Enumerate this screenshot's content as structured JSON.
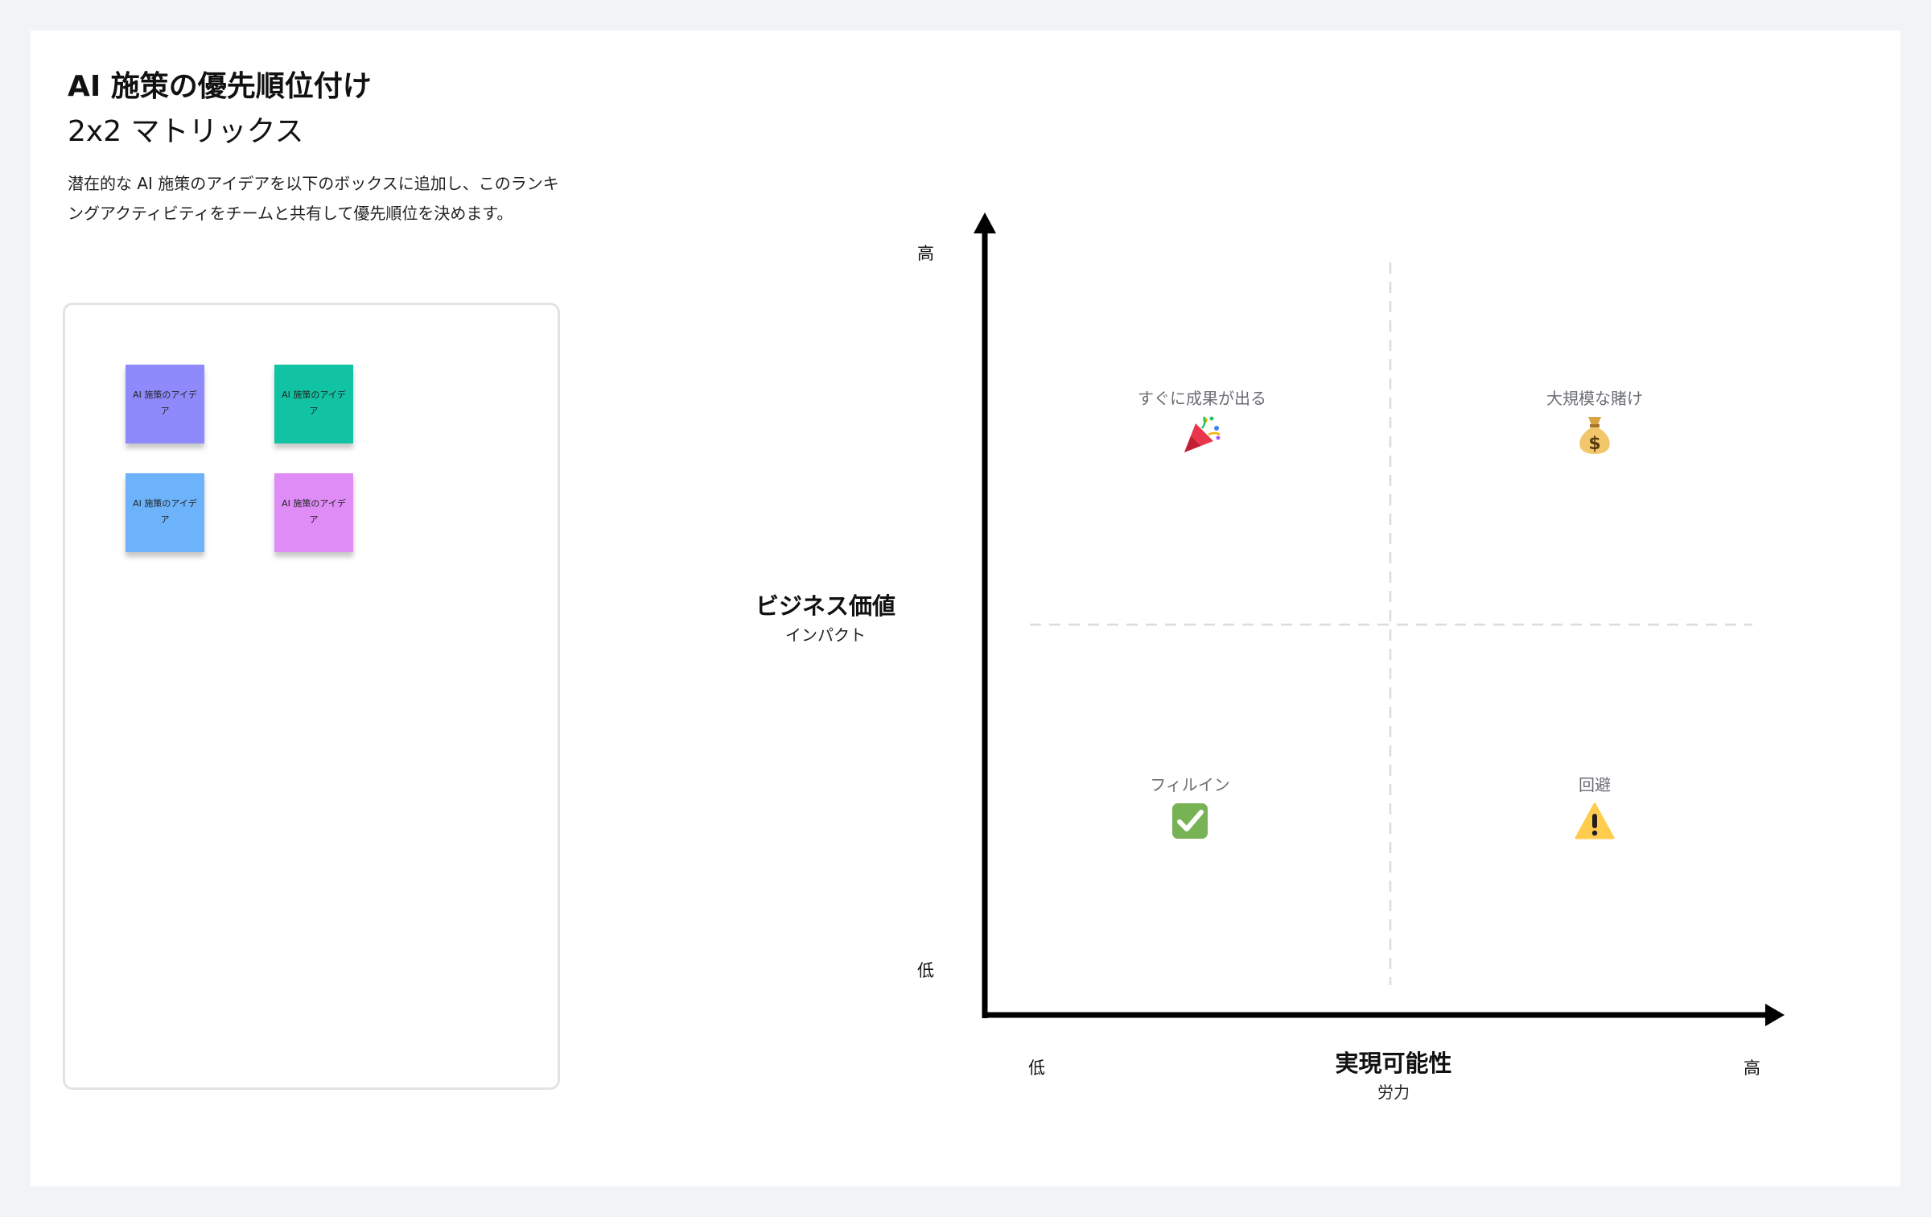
{
  "header": {
    "title": "AI 施策の優先順位付け",
    "subtitle": "2x2 マトリックス",
    "description": "潜在的な AI 施策のアイデアを以下のボックスに追加し、このランキングアクティビティをチームと共有して優先順位を決めます。"
  },
  "idea_box": {
    "stickies": [
      {
        "text": "AI 施策のアイデア",
        "color": "#8f8afb"
      },
      {
        "text": "AI 施策のアイデア",
        "color": "#12c3a3"
      },
      {
        "text": "AI 施策のアイデア",
        "color": "#6db3fb"
      },
      {
        "text": "AI 施策のアイデア",
        "color": "#e08cf7"
      }
    ]
  },
  "matrix": {
    "y_axis": {
      "title": "ビジネス価値",
      "subtitle": "インパクト",
      "high": "高",
      "low": "低"
    },
    "x_axis": {
      "title": "実現可能性",
      "subtitle": "労力",
      "high": "高",
      "low": "低"
    },
    "quadrants": {
      "top_left": {
        "label": "すぐに成果が出る",
        "icon": "party-popper-icon"
      },
      "top_right": {
        "label": "大規模な賭け",
        "icon": "money-bag-icon"
      },
      "bottom_left": {
        "label": "フィルイン",
        "icon": "check-mark-icon"
      },
      "bottom_right": {
        "label": "回避",
        "icon": "warning-icon"
      }
    }
  }
}
